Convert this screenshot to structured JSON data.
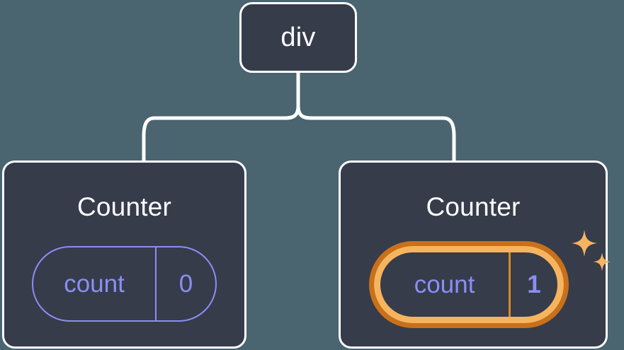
{
  "diagram": {
    "type": "component-tree",
    "title_semantic": "react-component-tree-with-state-highlight",
    "background_color": "#4a6470",
    "node_fill_color": "#363c4a",
    "node_stroke_color": "#ffffff",
    "connector_color": "#ffffff",
    "state_text_color": "#8b8ef5",
    "highlight_outer_color": "#c8701a",
    "highlight_inner_color": "#f7b45e",
    "sparkle_color": "#f7b45e"
  },
  "root": {
    "label": "div"
  },
  "children": [
    {
      "label": "Counter",
      "state": {
        "key": "count",
        "value": "0"
      },
      "highlighted": false,
      "sparkles": false
    },
    {
      "label": "Counter",
      "state": {
        "key": "count",
        "value": "1"
      },
      "highlighted": true,
      "sparkles": true
    }
  ],
  "icons": {
    "sparkle_large": "sparkle-icon",
    "sparkle_small": "sparkle-small-icon"
  }
}
